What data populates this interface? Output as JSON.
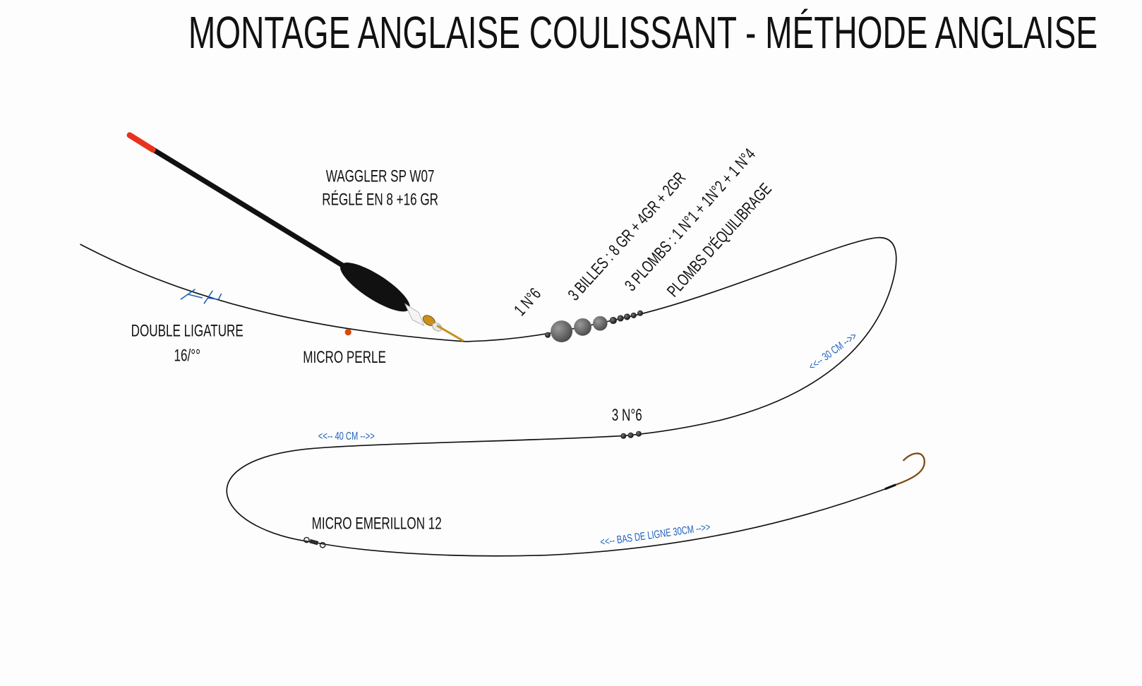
{
  "title": "MONTAGE ANGLAISE COULISSANT - MÉTHODE ANGLAISE",
  "labels": {
    "float_name": "WAGGLER SP W07",
    "float_setting": "RÉGLÉ EN 8 +16 GR",
    "line_name": "DOUBLE LIGATURE",
    "line_diameter": "16/°°",
    "micro_bead": "MICRO PERLE",
    "stop_shot": "1 N°6",
    "balls": "3 BILLES : 8 GR + 4GR + 2GR",
    "shots": "3 PLOMBS : 1 N°1 + 1N°2 + 1 N°4",
    "balance_shots": "PLOMBS D'ÉQUILIBRAGE",
    "lower_shots": "3 N°6",
    "swivel": "MICRO EMERILLON 12"
  },
  "measures": {
    "upper": "<<-- 30 CM -->>",
    "middle": "<<-- 40 CM -->>",
    "leader": "<<-- BAS DE LIGNE 30CM -->>"
  },
  "colors": {
    "line": "#111111",
    "measure": "#1f5fbf",
    "float_tip": "#e8321e",
    "bead": "#d9480f",
    "hook": "#7a4a12"
  }
}
